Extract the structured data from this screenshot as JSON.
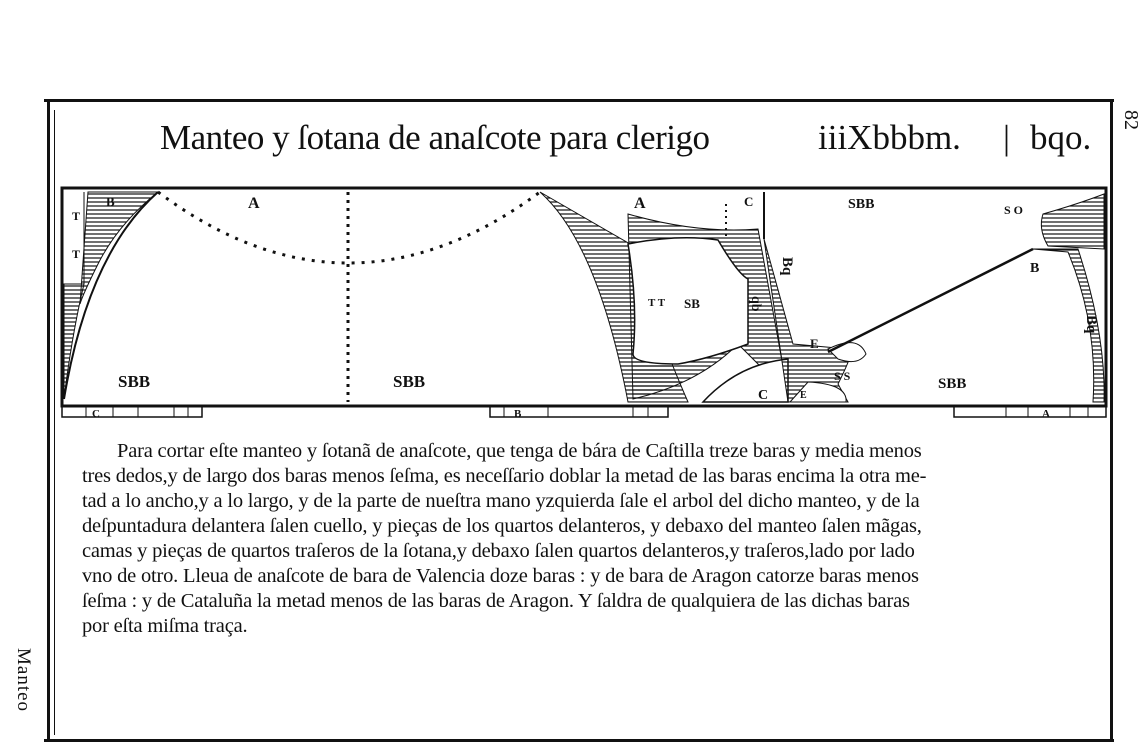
{
  "header": {
    "title": "Manteo y ſotana de anaſcote para clerigo",
    "folio": "iiiXbbbm.",
    "separator": "|",
    "signature": "bqo.",
    "page_number": "82"
  },
  "margin_note": "Manteo",
  "diagram": {
    "labels": {
      "t1": "T",
      "t2": "T",
      "b1": "B",
      "a1": "A",
      "sbb1": "SBB",
      "sbb2": "SBB",
      "a2": "A",
      "c1": "C",
      "sbb_top": "SBB",
      "so": "S O",
      "bq1": "Bq",
      "tt": "T T",
      "sb": "SB",
      "qb": "qb",
      "e1": "E",
      "ss": "S S",
      "c2": "C",
      "e2": "E",
      "b2": "B",
      "bq2": "Bq",
      "sbb3": "SBB"
    },
    "scale_labels": {
      "c": "C",
      "b": "B",
      "a": "A"
    }
  },
  "body": {
    "lines": [
      "Para cortar eſte manteo y ſotanã de anaſcote, que tenga de bára de Caſtilla treze baras y media menos",
      "tres dedos,y de largo dos baras menos ſeſma, es neceſſario doblar la metad de las baras encima la otra me-",
      "tad a lo ancho,y a lo largo, y de la parte de nueſtra mano yzquierda ſale el arbol del dicho manteo, y de la",
      "deſpuntadura delantera ſalen cuello, y pieças de los quartos delanteros, y debaxo del manteo ſalen mãgas,",
      "camas y pieças de quartos traſeros de la ſotana,y debaxo ſalen quartos delanteros,y traſeros,lado por lado",
      "vno de otro. Lleua de anaſcote de bara de Valencia doze baras : y de bara de Aragon catorze baras menos",
      "ſeſma : y de Cataluña la metad menos de las baras de Aragon. Y ſaldra de qualquiera de las dichas baras",
      "por eſta miſma traça."
    ]
  }
}
